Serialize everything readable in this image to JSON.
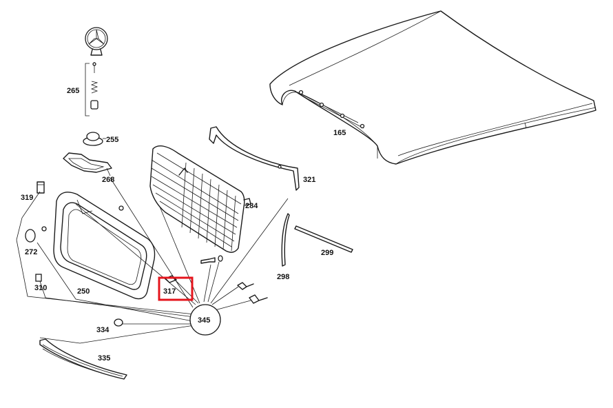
{
  "diagram": {
    "labels": {
      "p165": "165",
      "p250": "250",
      "p255": "255",
      "p265": "265",
      "p268": "268",
      "p272": "272",
      "p284": "284",
      "p298": "298",
      "p299": "299",
      "p310": "310",
      "p317": "317",
      "p319": "319",
      "p321": "321",
      "p334": "334",
      "p335": "335",
      "p345": "345"
    },
    "highlighted_part": "317",
    "highlight_color": "#e5141c"
  }
}
